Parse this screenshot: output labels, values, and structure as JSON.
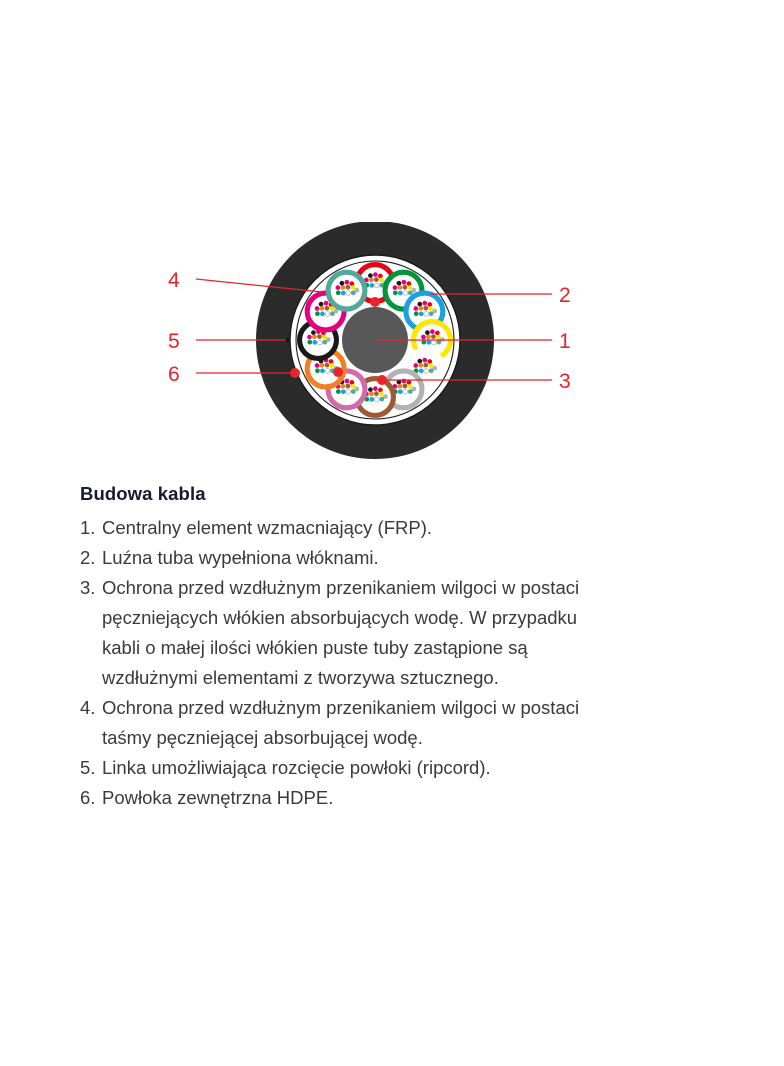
{
  "section": {
    "title": "Budowa kabla",
    "items": [
      {
        "num": "1.",
        "text": "Centralny element wzmacniający (FRP)."
      },
      {
        "num": "2.",
        "text": "Luźna tuba wypełniona włóknami."
      },
      {
        "num": "3.",
        "text": "Ochrona przed wzdłużnym przenikaniem wilgoci w postaci\npęczniejących włókien absorbujących wodę. W przypadku\nkabli o małej ilości włókien puste tuby zastąpione są\nwzdłużnymi elementami z tworzywa sztucznego."
      },
      {
        "num": "4.",
        "text": "Ochrona przed wzdłużnym przenikaniem wilgoci w postaci\n taśmy pęczniejącej absorbującej wodę."
      },
      {
        "num": "5.",
        "text": "Linka umożliwiająca rozcięcie powłoki (ripcord)."
      },
      {
        "num": "6.",
        "text": "Powłoka zewnętrzna HDPE."
      }
    ]
  },
  "diagram": {
    "name": "fiber-optic-cable-cross-section",
    "callouts": [
      {
        "id": "1",
        "label": "1",
        "side": "right",
        "target": "central-strength-member"
      },
      {
        "id": "2",
        "label": "2",
        "side": "right",
        "target": "loose-tube"
      },
      {
        "id": "3",
        "label": "3",
        "side": "right",
        "target": "water-blocking-yarn"
      },
      {
        "id": "4",
        "label": "4",
        "side": "left",
        "target": "water-blocking-tape"
      },
      {
        "id": "5",
        "label": "5",
        "side": "left",
        "target": "ripcord"
      },
      {
        "id": "6",
        "label": "6",
        "side": "left",
        "target": "hdpe-outer-sheath"
      }
    ],
    "colors": {
      "callout": "#e8232a",
      "sheath": "#2b2b2b",
      "core_fill": "#ffffff",
      "central_element": "#585858",
      "tape_outline": "#1a1a1a"
    },
    "tubes": [
      {
        "index": 1,
        "color_name": "red",
        "hex": "#e30613",
        "angle": -90
      },
      {
        "index": 2,
        "color_name": "green",
        "hex": "#00953b",
        "angle": -60
      },
      {
        "index": 3,
        "color_name": "blue",
        "hex": "#1ba0e2",
        "angle": -30
      },
      {
        "index": 4,
        "color_name": "yellow",
        "hex": "#ffe600",
        "angle": 0
      },
      {
        "index": 5,
        "color_name": "white",
        "hex": "#ffffff",
        "angle": 30
      },
      {
        "index": 6,
        "color_name": "grey",
        "hex": "#b2b2b2",
        "angle": 60
      },
      {
        "index": 7,
        "color_name": "brown",
        "hex": "#9c5b33",
        "angle": 90
      },
      {
        "index": 8,
        "color_name": "violet",
        "hex": "#d16bab",
        "angle": 120
      },
      {
        "index": 9,
        "color_name": "orange",
        "hex": "#f08022",
        "angle": 150
      },
      {
        "index": 10,
        "color_name": "black",
        "hex": "#1a1a1a",
        "angle": 180
      },
      {
        "index": 11,
        "color_name": "magenta",
        "hex": "#e6007e",
        "angle": 210
      },
      {
        "index": 12,
        "color_name": "turquoise",
        "hex": "#52a89a",
        "angle": 240
      }
    ],
    "fiber_colors": [
      "#1a1a1a",
      "#e6007e",
      "#e30613",
      "#e6007e",
      "#f08022",
      "#9c5b33",
      "#ffe600",
      "#b2b2b2",
      "#00953b",
      "#1ba0e2",
      "#ffffff",
      "#52a89a"
    ],
    "ripcord_dots": 3
  }
}
